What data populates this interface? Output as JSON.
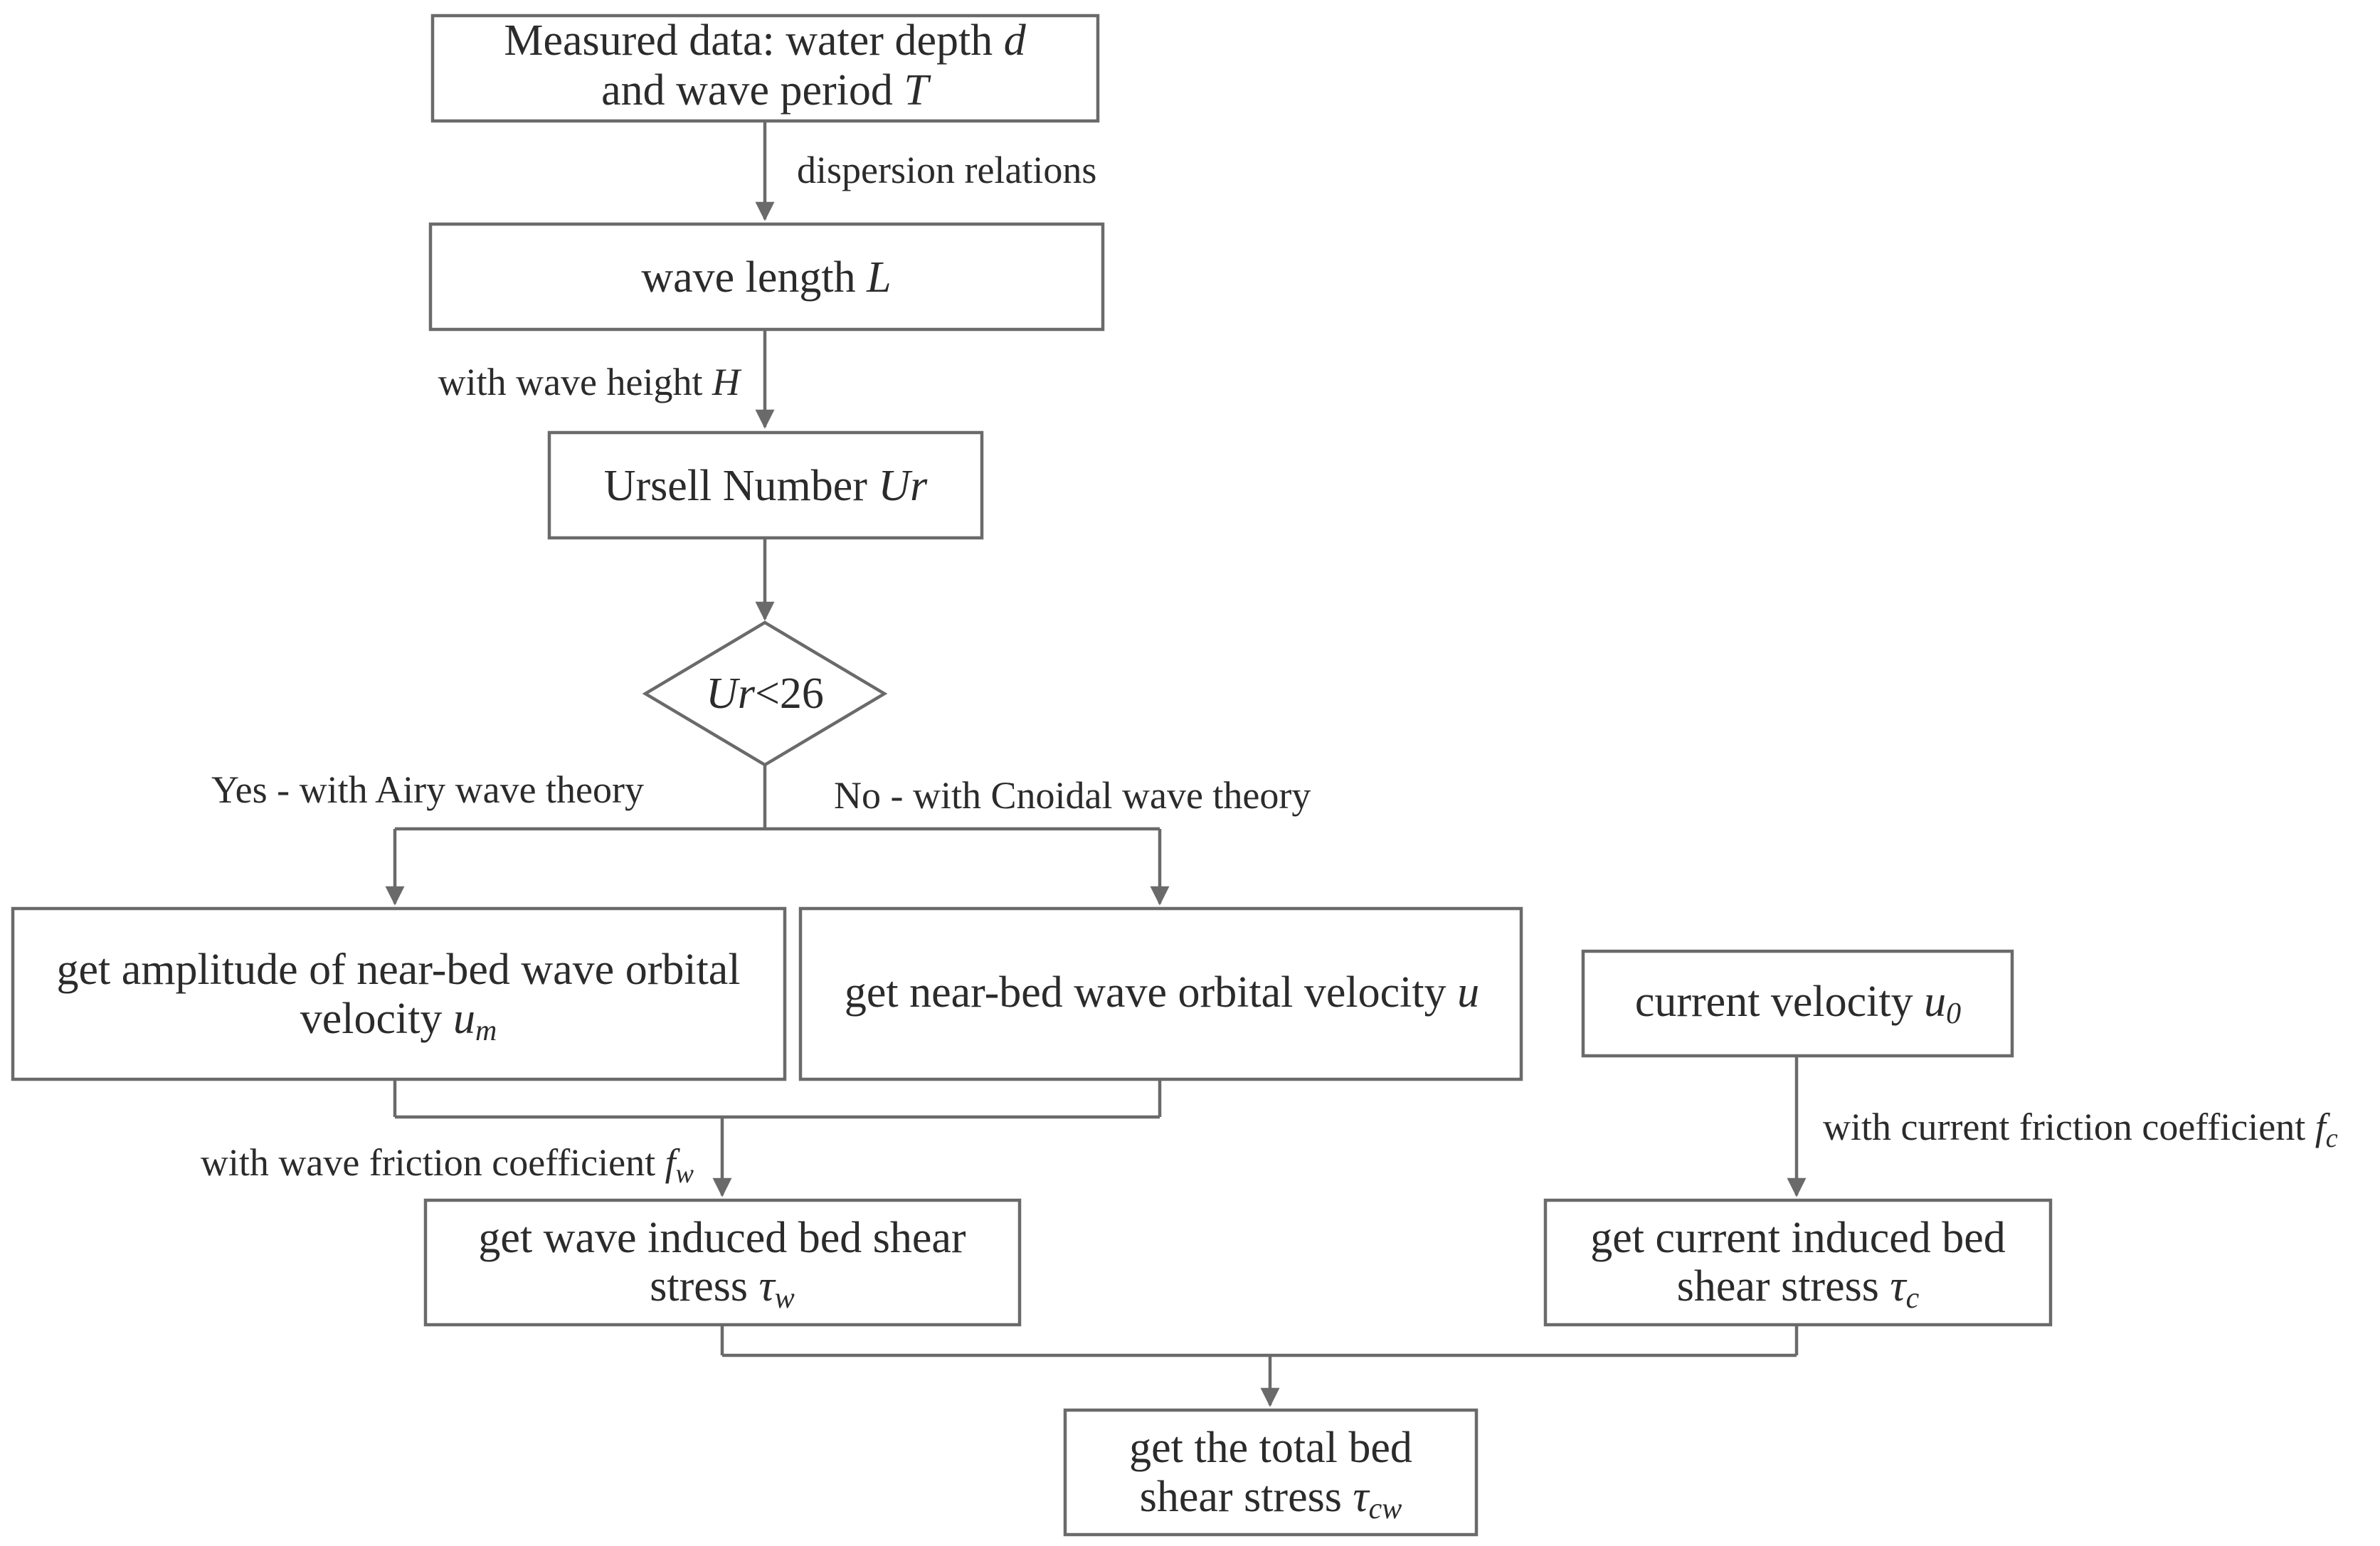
{
  "nodes": {
    "measured": {
      "line1": "Measured data: water depth ",
      "line1_var": "d",
      "line2": "and wave period ",
      "line2_var": "T"
    },
    "wavelength": {
      "text": "wave length ",
      "var": "L"
    },
    "ursell": {
      "text": "Ursell Number ",
      "var": "Ur"
    },
    "decision": {
      "var": "Ur",
      "text": "<26"
    },
    "amplitude": {
      "line1": "get amplitude of near-bed wave orbital",
      "line2": "velocity ",
      "var": "u",
      "sub": "m"
    },
    "orbital": {
      "text": "get near-bed wave orbital velocity ",
      "var": "u"
    },
    "current_velocity": {
      "text": "current velocity ",
      "var": "u",
      "sub": "0"
    },
    "wave_shear": {
      "line1": "get wave induced bed shear",
      "line2": "stress ",
      "var": "τ",
      "sub": "w"
    },
    "current_shear": {
      "line1": "get current induced bed",
      "line2": "shear stress ",
      "var": "τ",
      "sub": "c"
    },
    "total_shear": {
      "line1": "get the total bed",
      "line2": "shear stress ",
      "var": "τ",
      "sub": "cw"
    }
  },
  "edges": {
    "dispersion": {
      "text": "dispersion relations"
    },
    "wave_height": {
      "text": "with wave height ",
      "var": "H"
    },
    "yes_branch": {
      "text": "Yes - with Airy wave theory"
    },
    "no_branch": {
      "text": "No - with Cnoidal wave theory"
    },
    "wave_friction": {
      "text": "with wave friction coefficient ",
      "var": "f",
      "sub": "w"
    },
    "current_friction": {
      "text": "with current friction coefficient ",
      "var": "f",
      "sub": "c"
    }
  }
}
